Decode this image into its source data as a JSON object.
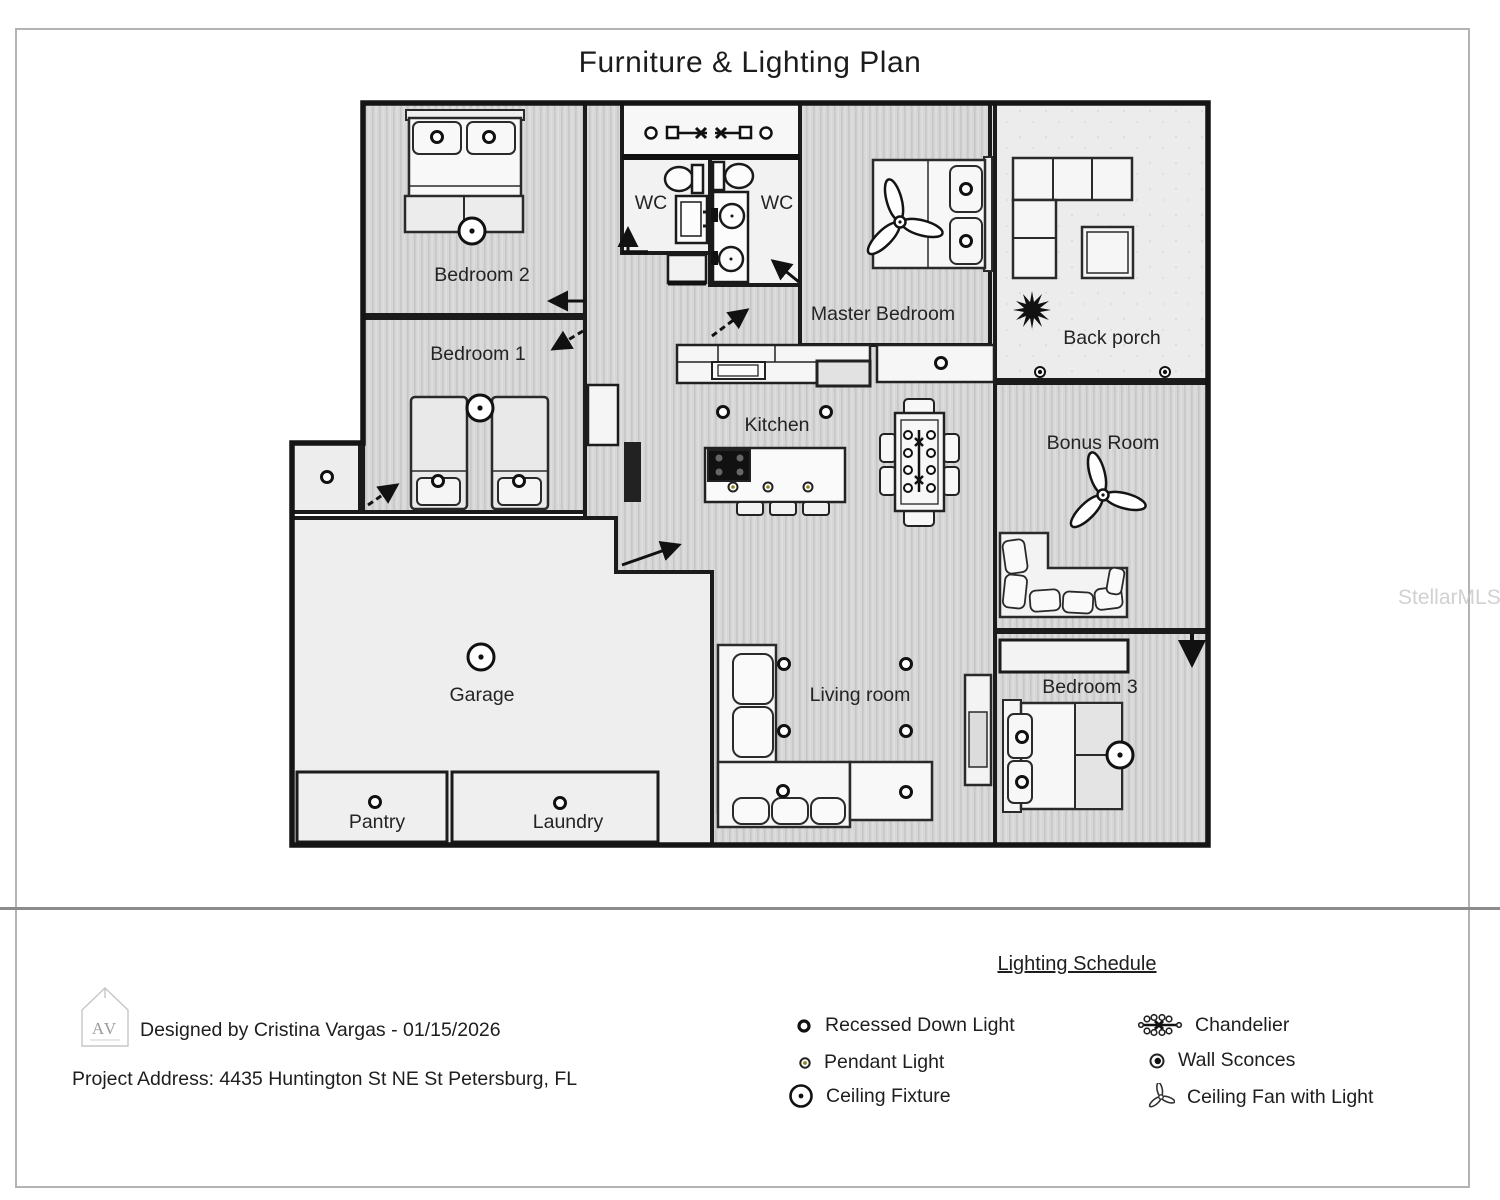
{
  "title": "Furniture & Lighting Plan",
  "watermark": "StellarMLS",
  "rooms": {
    "bedroom2": "Bedroom 2",
    "bedroom1": "Bedroom 1",
    "wc_left": "WC",
    "wc_right": "WC",
    "master": "Master Bedroom",
    "back_porch": "Back porch",
    "kitchen": "Kitchen",
    "bonus": "Bonus Room",
    "garage": "Garage",
    "living": "Living room",
    "bedroom3": "Bedroom 3",
    "pantry": "Pantry",
    "laundry": "Laundry"
  },
  "legend": {
    "heading": "Lighting Schedule",
    "items": [
      {
        "icon": "recessed-down-light-icon",
        "label": "Recessed Down Light"
      },
      {
        "icon": "pendant-light-icon",
        "label": "Pendant Light"
      },
      {
        "icon": "ceiling-fixture-icon",
        "label": "Ceiling Fixture"
      },
      {
        "icon": "chandelier-icon",
        "label": "Chandelier"
      },
      {
        "icon": "wall-sconces-icon",
        "label": "Wall Sconces"
      },
      {
        "icon": "ceiling-fan-icon",
        "label": "Ceiling Fan with Light"
      }
    ]
  },
  "footer": {
    "designed_by": "Designed by Cristina Vargas  - 01/15/2026",
    "project_address": "Project Address: 4435 Huntington St NE St Petersburg, FL",
    "logo_monogram": "AV"
  }
}
